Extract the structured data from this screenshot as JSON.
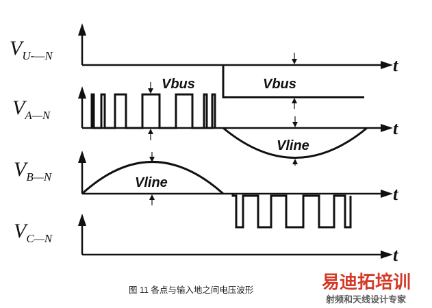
{
  "waveforms": [
    {
      "id": "u-n",
      "symbol": "V",
      "subscript": "U-—N"
    },
    {
      "id": "a-n",
      "symbol": "V",
      "subscript": "A—N"
    },
    {
      "id": "b-n",
      "symbol": "V",
      "subscript": "B—N"
    },
    {
      "id": "c-n",
      "symbol": "V",
      "subscript": "C—N"
    }
  ],
  "time_axis_label": "t",
  "labels": {
    "vbus_1": "Vbus",
    "vbus_2": "Vbus",
    "vline_1": "Vline",
    "vline_2": "Vline"
  },
  "caption": "图 11   各点与输入地之间电压波形",
  "watermark": {
    "line1": "易迪拓培训",
    "line2": "射频和天线设计专家"
  },
  "colors": {
    "stroke": "#111111",
    "watermark_red": "#d43a2a",
    "watermark_gray": "#5a5a5a"
  }
}
